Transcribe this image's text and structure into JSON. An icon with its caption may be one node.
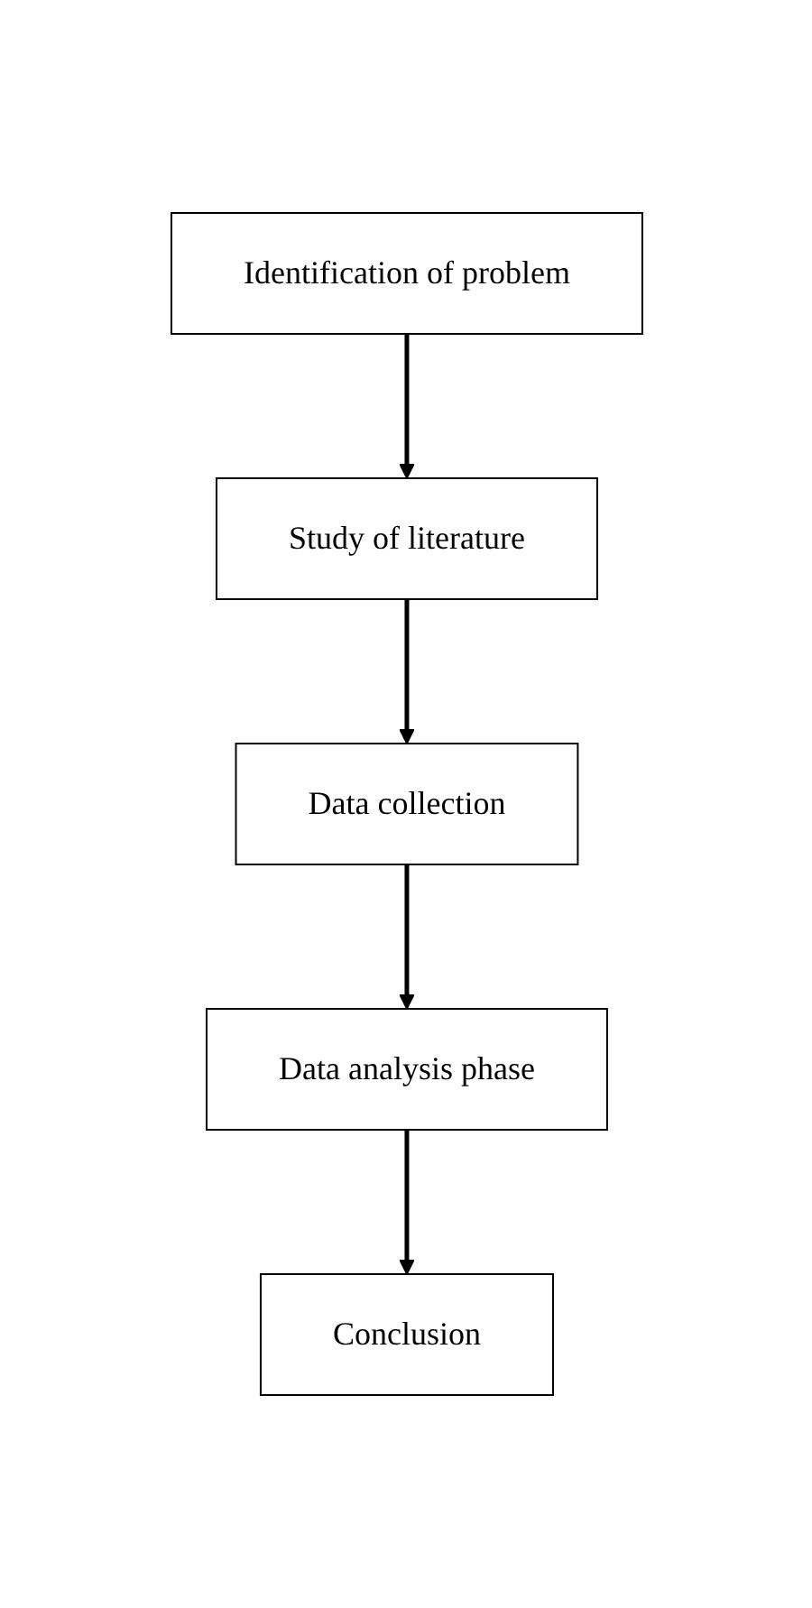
{
  "diagram": {
    "nodes": [
      {
        "text": [
          "Identification of problem"
        ]
      },
      {
        "text": [
          "Study of literature"
        ]
      },
      {
        "text": [
          "Data collection"
        ]
      },
      {
        "text": [
          "Data analysis phase"
        ]
      },
      {
        "text": [
          "Conclusion"
        ]
      }
    ],
    "edges": [
      {
        "from": 0,
        "to": 1,
        "arrow": "to"
      },
      {
        "from": 1,
        "to": 2,
        "arrow": "to"
      },
      {
        "from": 2,
        "to": 3,
        "arrow": "to"
      },
      {
        "from": 3,
        "to": 4,
        "arrow": "to"
      }
    ]
  }
}
